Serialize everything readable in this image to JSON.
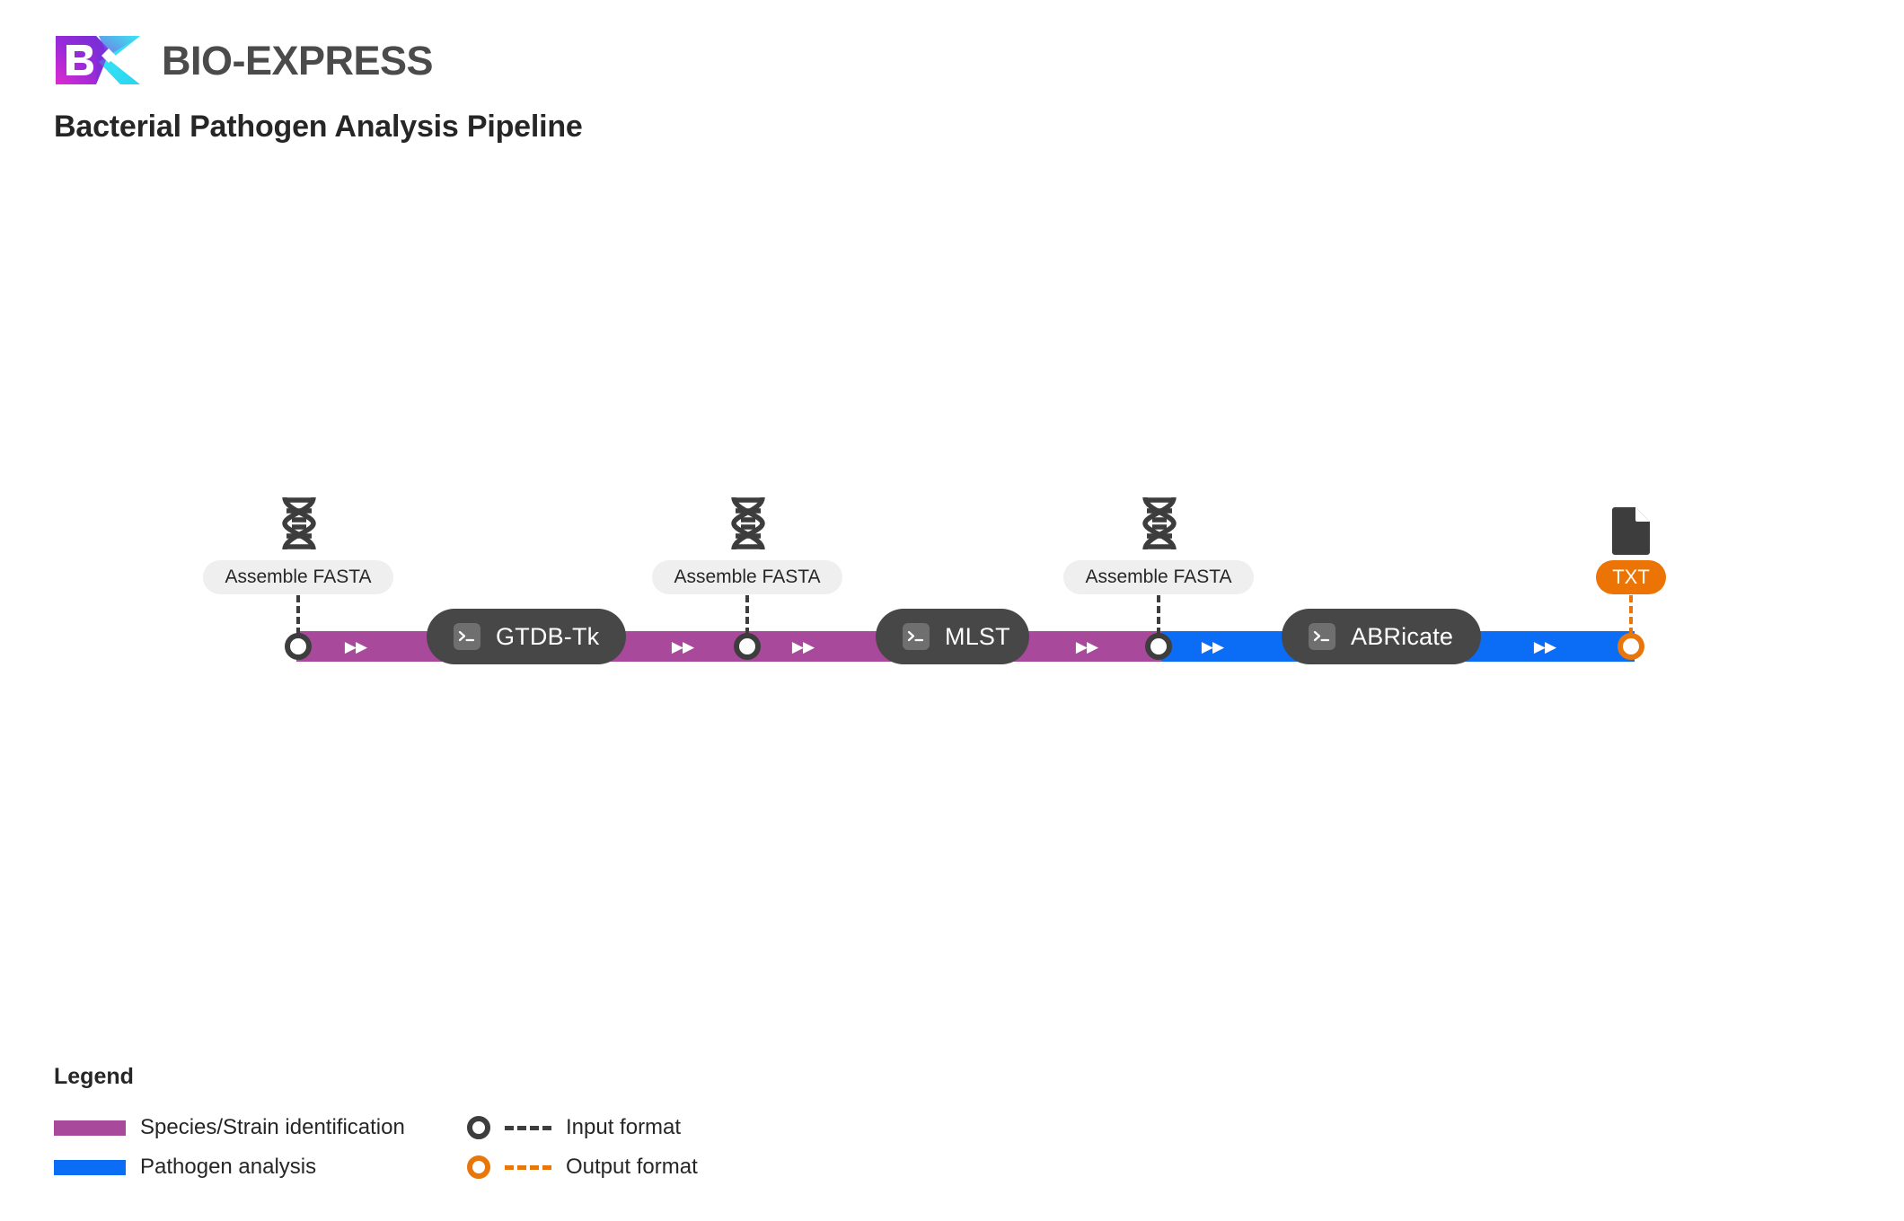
{
  "header": {
    "logo_icon": "bio-express-bx-logo",
    "brand_name": "BIO-EXPRESS",
    "subtitle": "Bacterial Pathogen Analysis Pipeline",
    "logo_gradient_from": "#d92ad6",
    "logo_gradient_mid": "#6d2fd6",
    "logo_gradient_to": "#2ee6f2"
  },
  "pipeline": {
    "tools": [
      {
        "label": "GTDB-Tk",
        "icon": "terminal-icon"
      },
      {
        "label": "MLST",
        "icon": "terminal-icon"
      },
      {
        "label": "ABRicate",
        "icon": "terminal-icon"
      }
    ],
    "io_markers": [
      {
        "label": "Assemble FASTA",
        "kind": "input",
        "glyph": "dna-helix-icon"
      },
      {
        "label": "Assemble FASTA",
        "kind": "input",
        "glyph": "dna-helix-icon"
      },
      {
        "label": "Assemble FASTA",
        "kind": "input",
        "glyph": "dna-helix-icon"
      },
      {
        "label": "TXT",
        "kind": "output",
        "glyph": "file-document-icon"
      }
    ],
    "arrow_glyph": "▶▶",
    "segment_colors": {
      "species_strain": "#a8499b",
      "pathogen": "#0b6cf5"
    },
    "node_color": "#474747",
    "input_marker_color": "#3d3d3d",
    "output_marker_color": "#e8760a"
  },
  "legend": {
    "title": "Legend",
    "color_items": [
      {
        "label": "Species/Strain identification",
        "color": "#a8499b"
      },
      {
        "label": "Pathogen analysis",
        "color": "#0b6cf5"
      }
    ],
    "marker_items": [
      {
        "label": "Input format",
        "color": "#3d3d3d",
        "kind": "input"
      },
      {
        "label": "Output format",
        "color": "#e8760a",
        "kind": "output"
      }
    ]
  }
}
